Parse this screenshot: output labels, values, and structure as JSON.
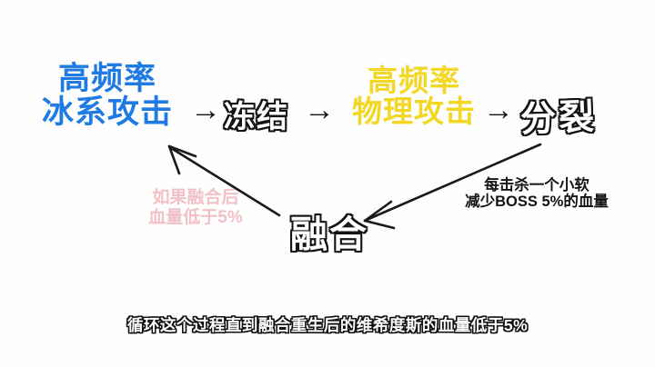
{
  "diagram": {
    "ice": {
      "line1": "高频率",
      "line2": "冰系攻击"
    },
    "freeze": "冻结",
    "physical": {
      "line1": "高频率",
      "line2": "物理攻击"
    },
    "split": "分裂",
    "merge": "融合",
    "arrow_right": "→",
    "pink_note": {
      "line1": "如果融合后",
      "line2": "血量低于5%"
    },
    "kill_note": {
      "line1": "每击杀一个小软",
      "line2": "减少BOSS 5%的血量"
    },
    "colors": {
      "ice_blue": "#1e7be4",
      "physical_yellow": "#f3d724",
      "pink_note": "#f2c1c7",
      "ink": "#141414",
      "background": "#fefefe"
    }
  },
  "subtitle": {
    "text": "循环这个过程直到融合重生后的维希度斯的血量低于5%"
  }
}
